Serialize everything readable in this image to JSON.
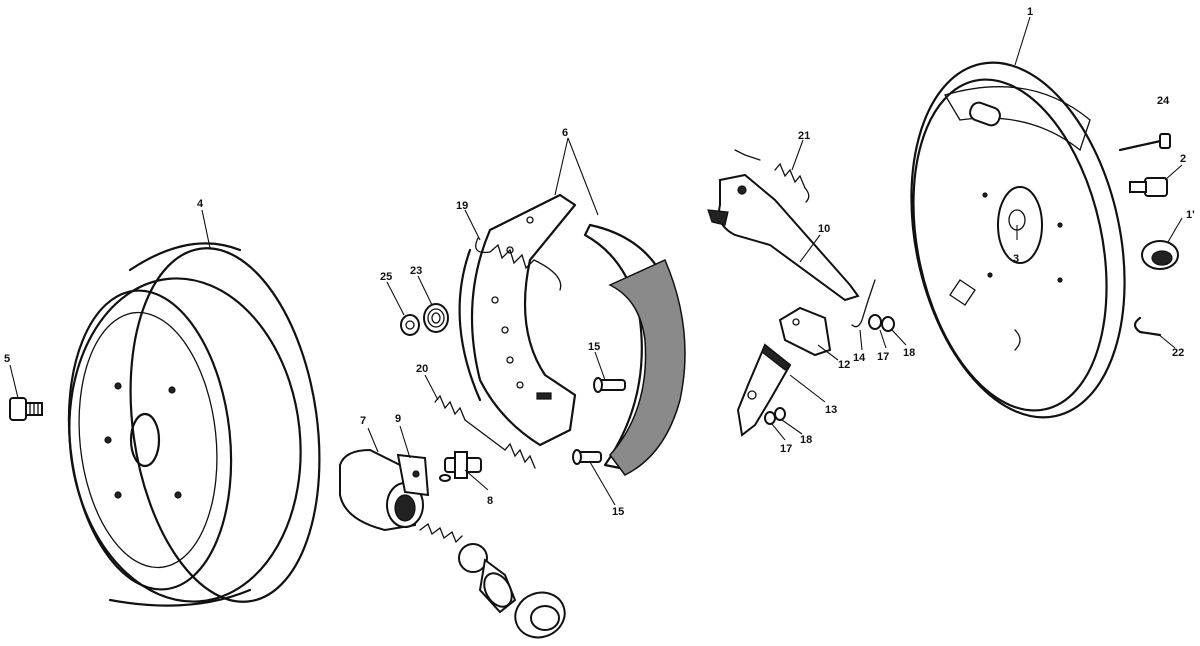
{
  "labels": {
    "l1": "1",
    "l1b": "1'",
    "l2": "2",
    "l3": "3",
    "l4": "4",
    "l5": "5",
    "l6": "6",
    "l7": "7",
    "l8": "8",
    "l9": "9",
    "l10": "10",
    "l12": "12",
    "l13": "13",
    "l14": "14",
    "l15a": "15",
    "l15b": "15",
    "l17a": "17",
    "l17b": "17",
    "l18a": "18",
    "l18b": "18",
    "l19": "19",
    "l20": "20",
    "l21": "21",
    "l22": "22",
    "l23": "23",
    "l24": "24",
    "l25": "25"
  }
}
